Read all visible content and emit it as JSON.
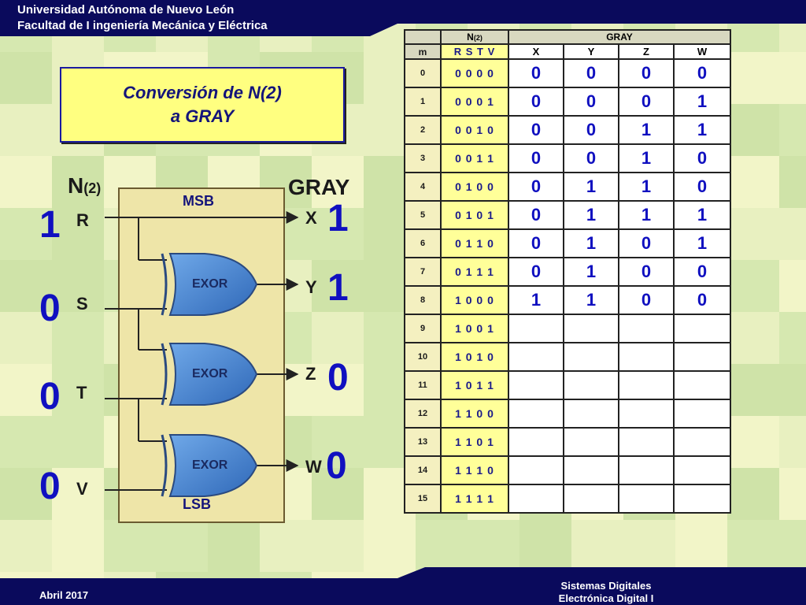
{
  "header": {
    "university": "Universidad Autónoma de Nuevo León",
    "faculty": "Facultad de I ingeniería Mecánica y Eléctrica"
  },
  "title": {
    "line1": "Conversión de N(2)",
    "line2": "a GRAY"
  },
  "circuit": {
    "input_header": "N",
    "input_header_sub": "(2)",
    "output_header": "GRAY",
    "msb_label": "MSB",
    "lsb_label": "LSB",
    "gate_label": "EXOR",
    "inputs": [
      {
        "name": "R",
        "value": "1"
      },
      {
        "name": "S",
        "value": "0"
      },
      {
        "name": "T",
        "value": "0"
      },
      {
        "name": "V",
        "value": "0"
      }
    ],
    "outputs": [
      {
        "name": "X",
        "value": "1"
      },
      {
        "name": "Y",
        "value": "1"
      },
      {
        "name": "Z",
        "value": "0"
      },
      {
        "name": "W",
        "value": "0"
      }
    ]
  },
  "table": {
    "group_n": "N",
    "group_n_sub": "(2)",
    "group_gray": "GRAY",
    "col_m": "m",
    "col_n": "R S T V",
    "cols_gray": [
      "X",
      "Y",
      "Z",
      "W"
    ],
    "rows": [
      {
        "m": "0",
        "n": "0 0 0 0",
        "g": [
          "0",
          "0",
          "0",
          "0"
        ]
      },
      {
        "m": "1",
        "n": "0 0 0 1",
        "g": [
          "0",
          "0",
          "0",
          "1"
        ]
      },
      {
        "m": "2",
        "n": "0 0 1 0",
        "g": [
          "0",
          "0",
          "1",
          "1"
        ]
      },
      {
        "m": "3",
        "n": "0 0 1 1",
        "g": [
          "0",
          "0",
          "1",
          "0"
        ]
      },
      {
        "m": "4",
        "n": "0 1 0 0",
        "g": [
          "0",
          "1",
          "1",
          "0"
        ]
      },
      {
        "m": "5",
        "n": "0 1 0 1",
        "g": [
          "0",
          "1",
          "1",
          "1"
        ]
      },
      {
        "m": "6",
        "n": "0 1 1 0",
        "g": [
          "0",
          "1",
          "0",
          "1"
        ]
      },
      {
        "m": "7",
        "n": "0 1 1 1",
        "g": [
          "0",
          "1",
          "0",
          "0"
        ]
      },
      {
        "m": "8",
        "n": "1 0 0 0",
        "g": [
          "1",
          "1",
          "0",
          "0"
        ]
      },
      {
        "m": "9",
        "n": "1 0 0 1",
        "g": [
          "",
          "",
          "",
          ""
        ]
      },
      {
        "m": "10",
        "n": "1 0 1 0",
        "g": [
          "",
          "",
          "",
          ""
        ]
      },
      {
        "m": "11",
        "n": "1 0 1 1",
        "g": [
          "",
          "",
          "",
          ""
        ]
      },
      {
        "m": "12",
        "n": "1 1 0 0",
        "g": [
          "",
          "",
          "",
          ""
        ]
      },
      {
        "m": "13",
        "n": "1 1 0 1",
        "g": [
          "",
          "",
          "",
          ""
        ]
      },
      {
        "m": "14",
        "n": "1 1 1 0",
        "g": [
          "",
          "",
          "",
          ""
        ]
      },
      {
        "m": "15",
        "n": "1 1 1 1",
        "g": [
          "",
          "",
          "",
          ""
        ]
      }
    ]
  },
  "footer": {
    "date": "Abril 2017",
    "course_line1": "Sistemas Digitales",
    "course_line2": "Electrónica Digital I"
  },
  "colors": {
    "navy": "#0a0a5c",
    "digit_blue": "#1010c0",
    "gate_blue": "#3a78c8"
  }
}
